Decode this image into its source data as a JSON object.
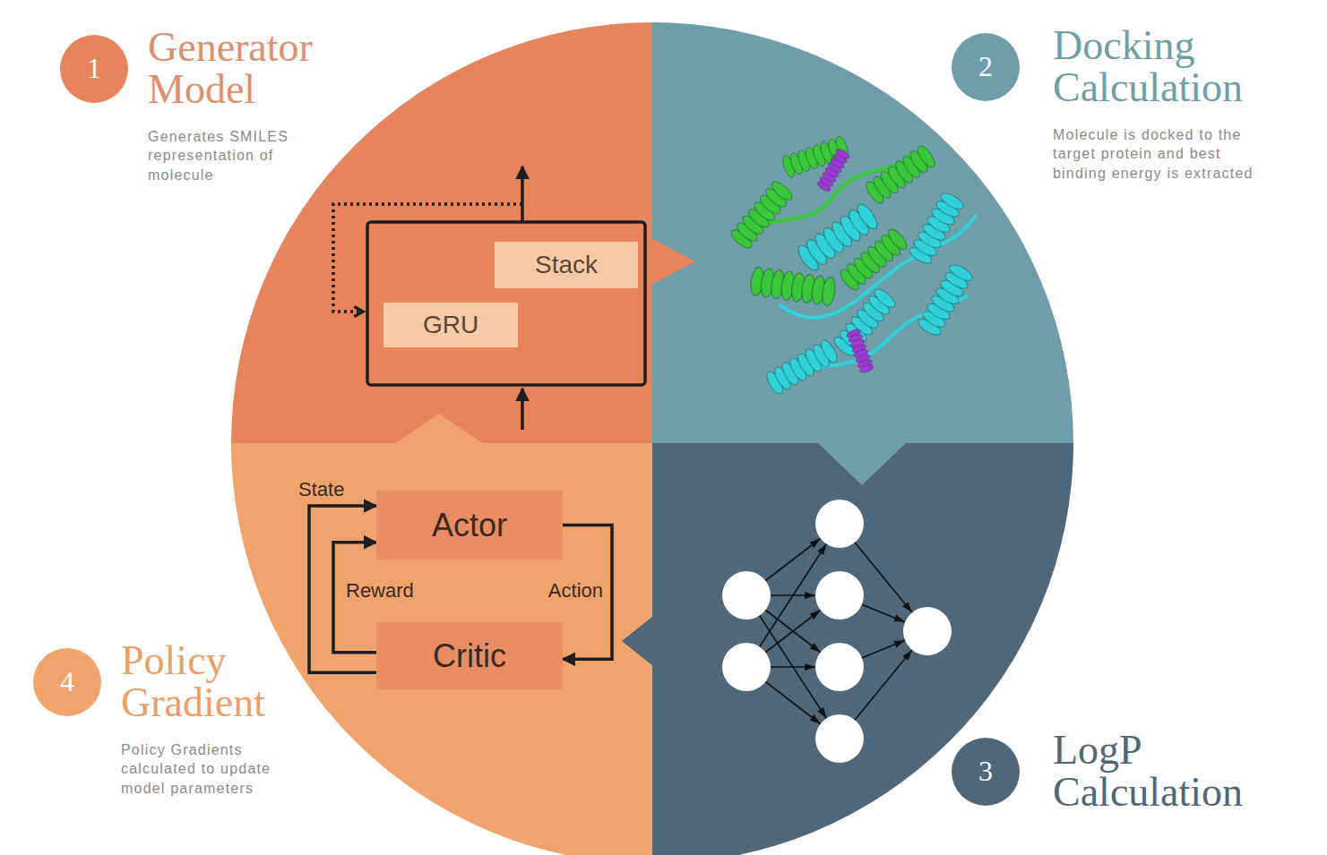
{
  "diagram": {
    "nodes": [
      {
        "text": [
          "1",
          "Generator Model",
          "Generates SMILES representation of molecule"
        ]
      },
      {
        "text": [
          "2",
          "Docking Calculation",
          "Molecule is docked to the target protein and best binding energy is extracted"
        ]
      },
      {
        "text": [
          "3",
          "LogP Calculation"
        ]
      },
      {
        "text": [
          "4",
          "Policy Gradient",
          "Policy Gradients calculated to update model parameters"
        ]
      },
      {
        "text": [
          "Stack"
        ]
      },
      {
        "text": [
          "GRU"
        ]
      },
      {
        "text": [
          "Actor"
        ]
      },
      {
        "text": [
          "Critic"
        ]
      }
    ],
    "edges": [
      {
        "from": 6,
        "to": 7,
        "label": "Action",
        "arrow": "to"
      },
      {
        "from": 7,
        "to": 6,
        "label": "Reward",
        "arrow": "to"
      },
      {
        "from": 7,
        "to": 6,
        "label": "State",
        "arrow": "to"
      }
    ]
  }
}
